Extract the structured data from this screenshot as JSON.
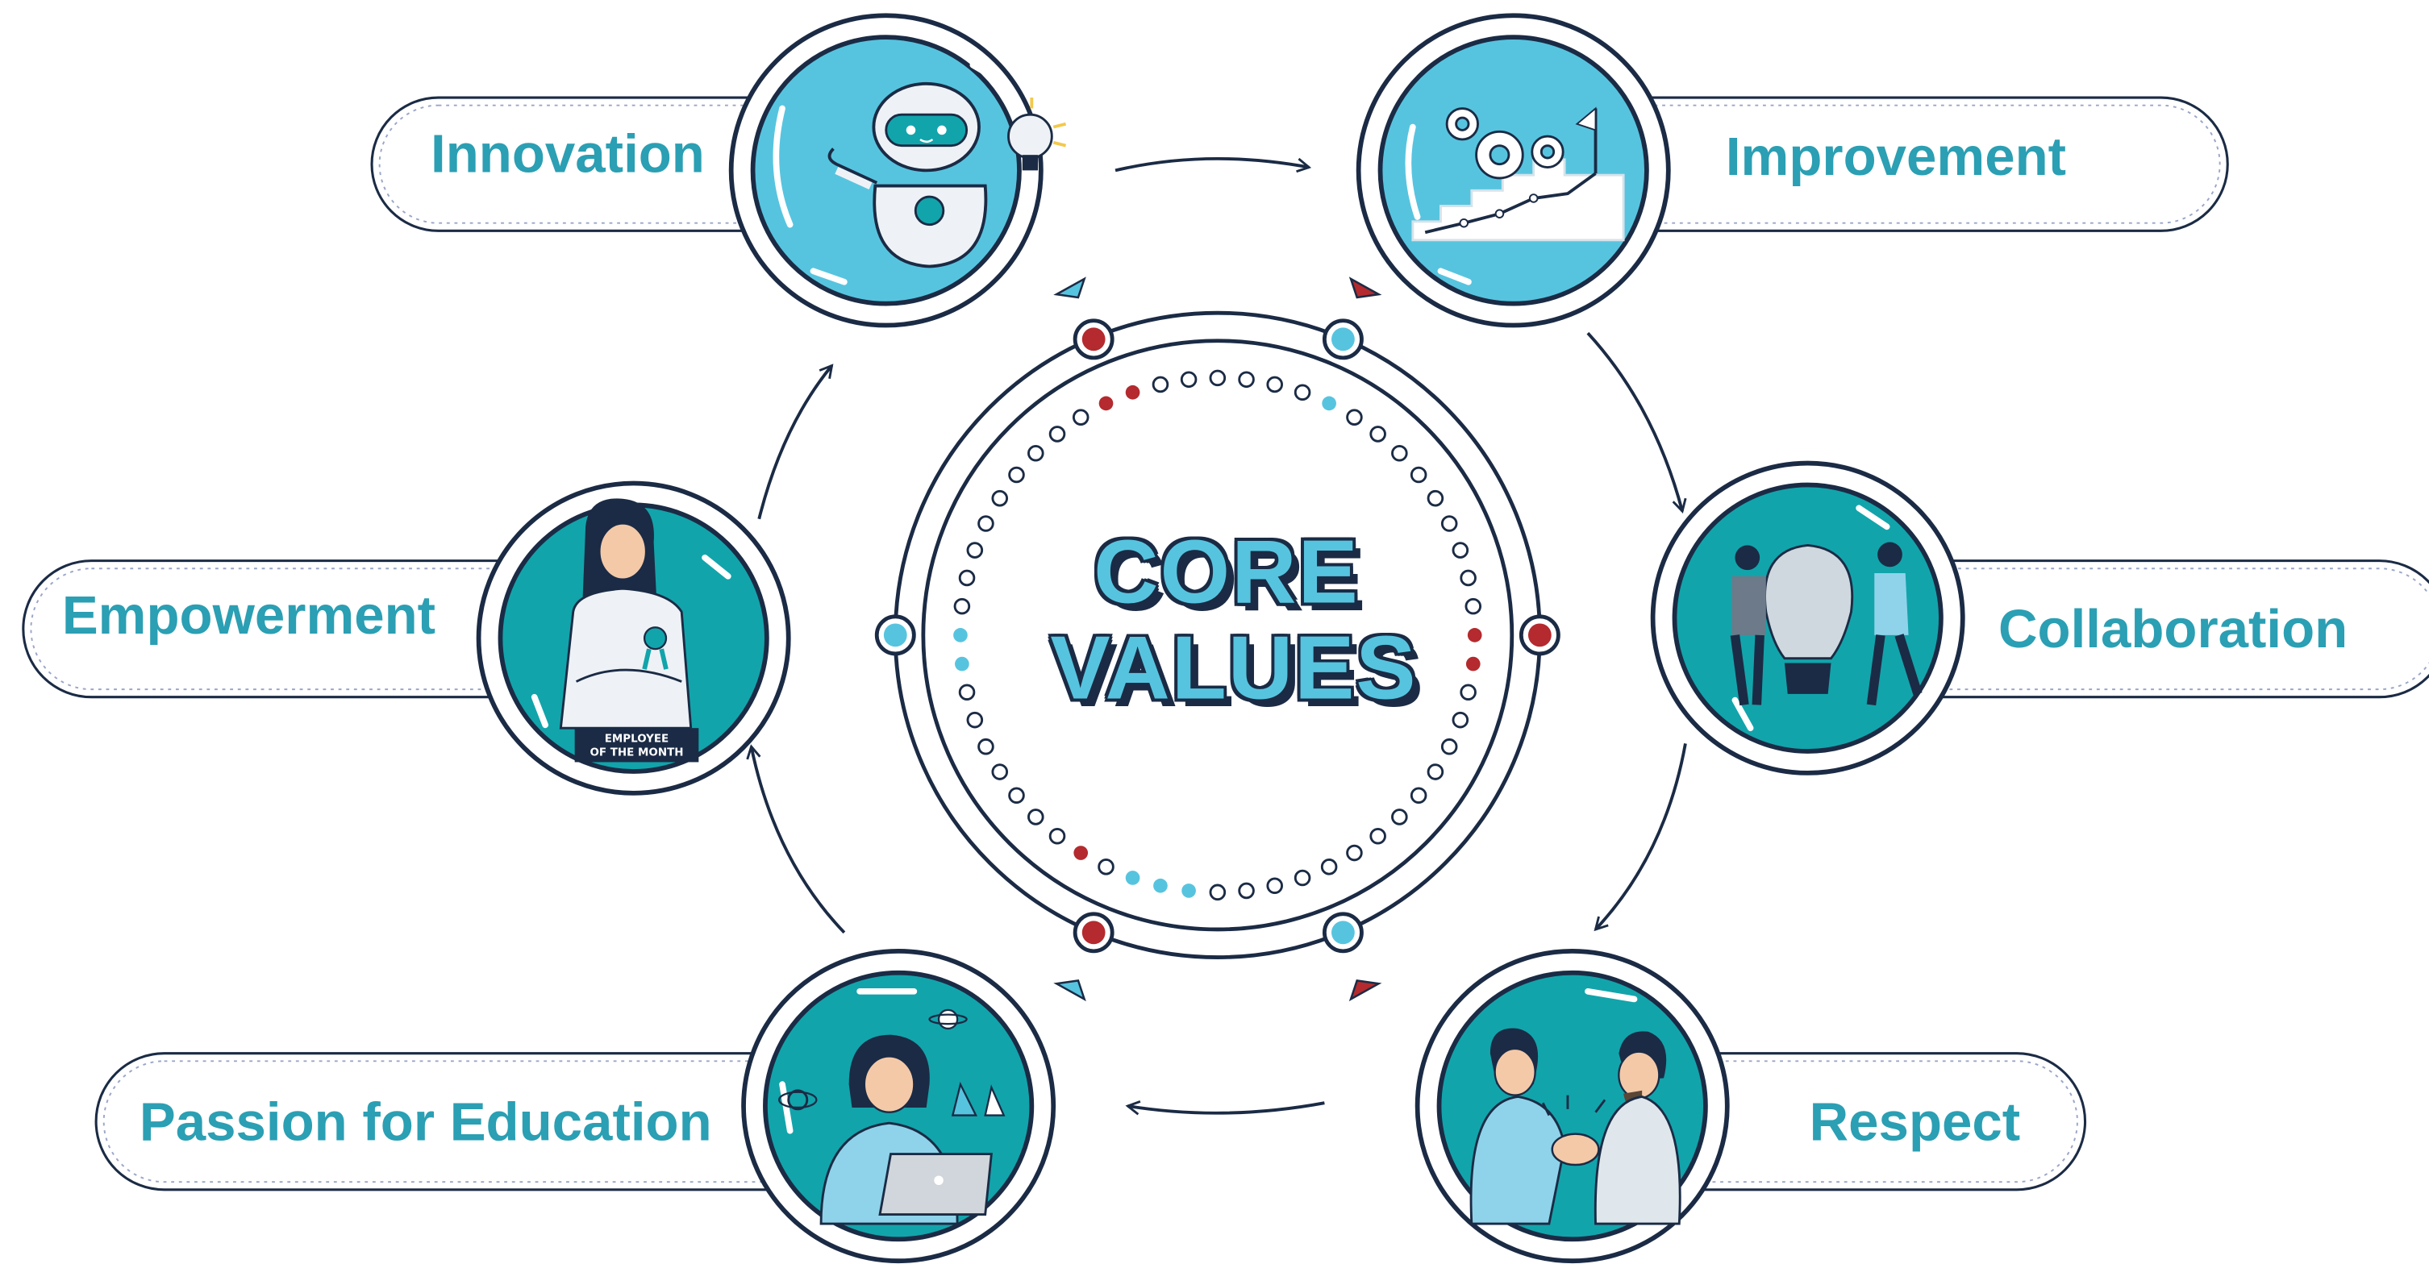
{
  "title": {
    "line1": "CORE",
    "line2": "VALUES"
  },
  "values": [
    {
      "id": "innovation",
      "label": "Innovation",
      "illustration": "robot-with-lightbulb-icon"
    },
    {
      "id": "improvement",
      "label": "Improvement",
      "illustration": "gears-and-stairs-growth-icon"
    },
    {
      "id": "collaboration",
      "label": "Collaboration",
      "illustration": "team-puzzle-lightbulb-icon"
    },
    {
      "id": "respect",
      "label": "Respect",
      "illustration": "handshake-icon"
    },
    {
      "id": "passion",
      "label": "Passion for Education",
      "illustration": "student-laptop-science-icon"
    },
    {
      "id": "empowerment",
      "label": "Empowerment",
      "illustration": "employee-of-the-month-icon"
    }
  ],
  "badge": {
    "line1": "EMPLOYEE",
    "line2": "OF THE MONTH"
  },
  "colors": {
    "accent": "#57c4df",
    "teal": "#12a4ab",
    "red": "#b42a2e",
    "navy": "#1b2b45",
    "label": "#2b9fb3"
  }
}
